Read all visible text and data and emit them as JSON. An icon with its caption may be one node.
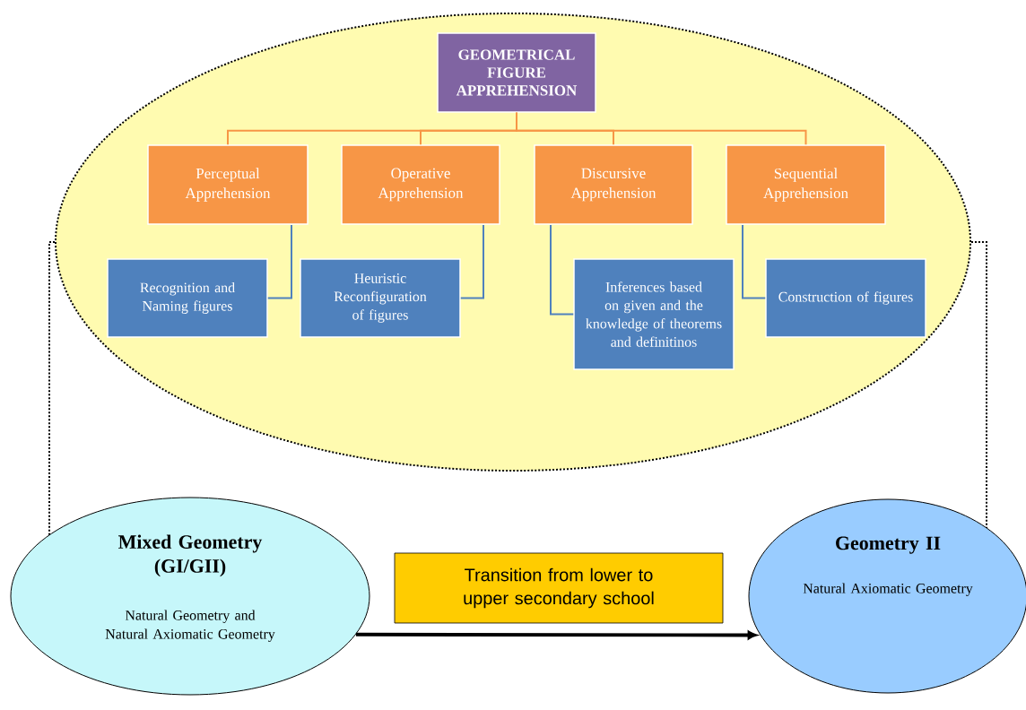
{
  "diagram": {
    "nodes": [
      {
        "text": [],
        "shape": "ellipse"
      },
      {
        "text": [
          "GEOMETRICAL FIGURE APPREHENSION"
        ],
        "in": 0
      },
      {
        "text": [
          "Perceptual Apprehension"
        ],
        "in": 0
      },
      {
        "text": [
          "Operative Apprehension"
        ],
        "in": 0
      },
      {
        "text": [
          "Discursive Apprehension"
        ],
        "in": 0
      },
      {
        "text": [
          "Sequential Apprehension"
        ],
        "in": 0
      },
      {
        "text": [
          "Recognition and Naming figures"
        ],
        "in": 0
      },
      {
        "text": [
          "Heuristic Reconfiguration of figures"
        ],
        "in": 0
      },
      {
        "text": [
          "Inferences based on given and the knowledge of theorems and definitinos"
        ],
        "in": 0
      },
      {
        "text": [
          "Construction of figures"
        ],
        "in": 0
      },
      {
        "text": [
          "Mixed Geometry (GI/GII)",
          "Natural Geometry and Natural Axiomatic Geometry"
        ]
      },
      {
        "text": [
          "Transition from lower to upper secondary school"
        ]
      },
      {
        "text": [
          "Geometry II",
          "Natural Axiomatic Geometry"
        ]
      }
    ],
    "edges": [
      {
        "from": 1,
        "to": 2,
        "arrow": "none",
        "color": "#f79646"
      },
      {
        "from": 1,
        "to": 3,
        "arrow": "none",
        "color": "#f79646"
      },
      {
        "from": 1,
        "to": 4,
        "arrow": "none",
        "color": "#f79646"
      },
      {
        "from": 1,
        "to": 5,
        "arrow": "none",
        "color": "#f79646"
      },
      {
        "from": 2,
        "to": 6,
        "arrow": "none",
        "color": "#4f81bd"
      },
      {
        "from": 3,
        "to": 7,
        "arrow": "none",
        "color": "#4f81bd"
      },
      {
        "from": 4,
        "to": 8,
        "arrow": "none",
        "color": "#4f81bd"
      },
      {
        "from": 5,
        "to": 9,
        "arrow": "none",
        "color": "#4f81bd"
      },
      {
        "from": 0,
        "to": 10,
        "arrow": "none",
        "style": "dashed",
        "color": "#000000"
      },
      {
        "from": 0,
        "to": 12,
        "arrow": "none",
        "style": "dashed",
        "color": "#000000"
      },
      {
        "from": 10,
        "to": 12,
        "arrow": "to",
        "style": "thick",
        "color": "#000000"
      }
    ]
  }
}
